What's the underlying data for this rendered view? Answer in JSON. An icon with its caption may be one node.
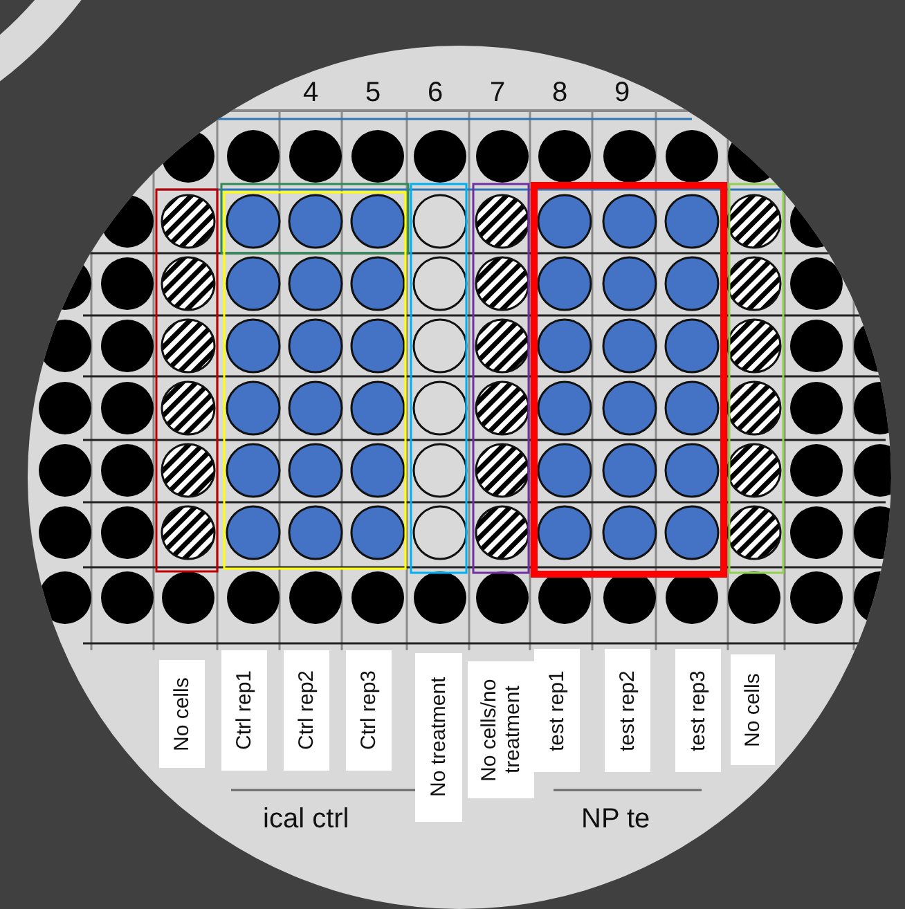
{
  "diagram": {
    "labels": [
      "4",
      "5",
      "6",
      "7",
      "8",
      "9",
      "No cells",
      "Ctrl rep1",
      "Ctrl rep2",
      "Ctrl rep3",
      "No treatment",
      "No cells/no treatment",
      "test rep1",
      "test rep2",
      "test rep3",
      "No cells",
      "ical ctrl",
      "NP te"
    ]
  }
}
